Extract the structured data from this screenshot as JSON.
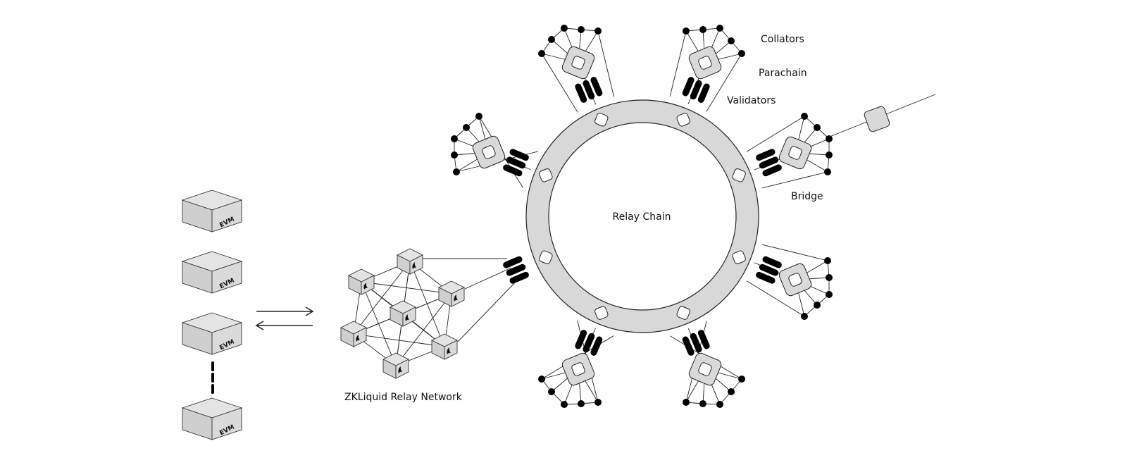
{
  "labels": {
    "relay_chain": "Relay Chain",
    "collators": "Collators",
    "parachain": "Parachain",
    "validators": "Validators",
    "bridge": "Bridge",
    "zkliquid_network": "ZKLiquid Relay Network"
  },
  "evm_stack": {
    "box_label": "EVM",
    "boxes": [
      "EVM",
      "EVM",
      "EVM",
      "EVM"
    ]
  },
  "colors": {
    "ring_fill": "#d8d8d8",
    "hub_fill": "#d9d9d9",
    "node": "#000000",
    "line": "#222222"
  }
}
